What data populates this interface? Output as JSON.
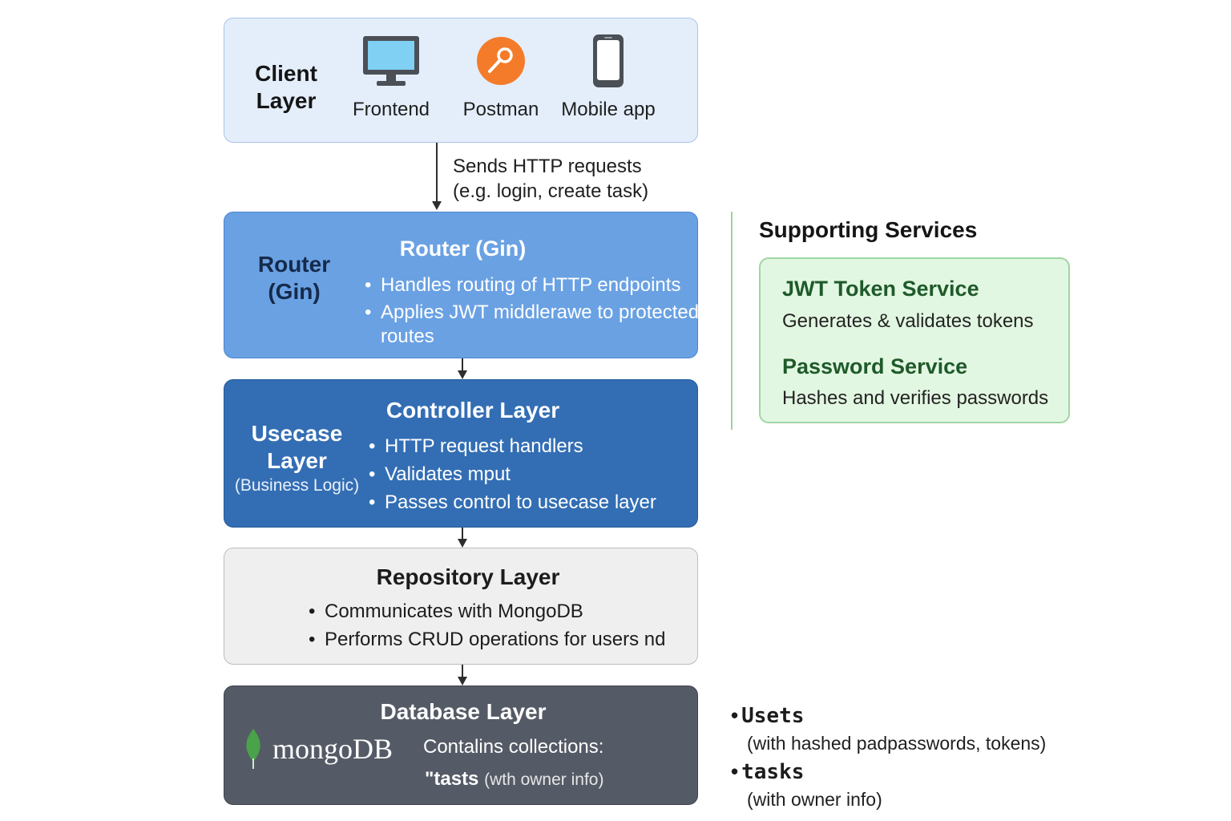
{
  "client_layer": {
    "title": "Client Layer",
    "items": [
      {
        "label": "Frontend",
        "icon": "monitor-icon"
      },
      {
        "label": "Postman",
        "icon": "postman-icon"
      },
      {
        "label": "Mobile app",
        "icon": "mobile-phone-icon"
      }
    ]
  },
  "http_note": {
    "line1": "Sends HTTP requests",
    "line2": "(e.g. login, create task)"
  },
  "router_layer": {
    "side_title": "Router (Gin)",
    "title": "Router (Gin)",
    "bullets": [
      "Handles routing of HTTP endpoints",
      "Applies JWT middlerawe to protected routes"
    ]
  },
  "controller_layer": {
    "side_title": "Usecase Layer",
    "side_subtitle": "(Business Logic)",
    "title": "Controller Layer",
    "bullets": [
      "HTTP request handlers",
      "Validates mput",
      "Passes control to usecase layer"
    ]
  },
  "repository_layer": {
    "title": "Repository Layer",
    "bullets": [
      "Communicates with MongoDB",
      "Performs CRUD operations for users nd"
    ]
  },
  "database_layer": {
    "title": "Database Layer",
    "logo_text": "mongoDB",
    "contains": "Contalins collections:",
    "tasks_name": "\"tasts",
    "tasks_note": "(wth owner info)"
  },
  "supporting_services": {
    "title": "Supporting Services",
    "services": [
      {
        "name": "JWT Token Service",
        "description": "Generates & validates tokens"
      },
      {
        "name": "Password Service",
        "description": "Hashes and verifies passwords"
      }
    ]
  },
  "collections": [
    {
      "name": "Usets",
      "note": "(with  hashed padpasswords, tokens)"
    },
    {
      "name": "tasks",
      "note": "(with owner info)"
    }
  ],
  "colors": {
    "client_bg": "#e4eefb",
    "router_bg": "#6aa1e3",
    "controller_bg": "#336eb4",
    "repository_bg": "#efefef",
    "database_bg": "#555b66",
    "services_bg": "#e2f7e2",
    "services_title": "#1f5a2a",
    "mongo_leaf": "#4aa24a",
    "postman_orange": "#f47b2a"
  }
}
